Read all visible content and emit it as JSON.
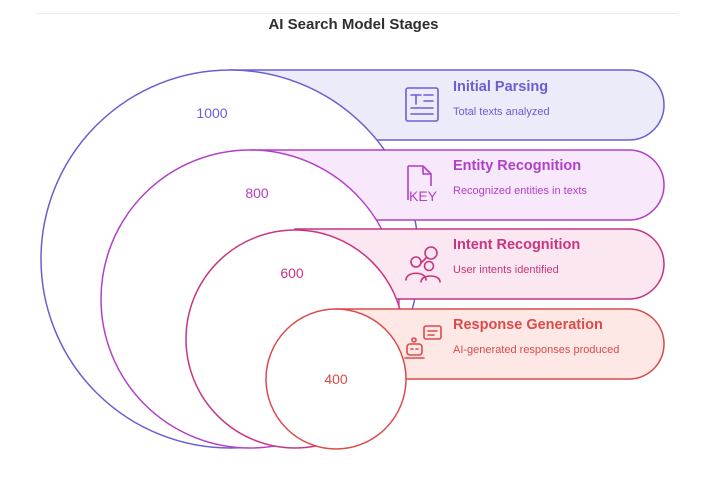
{
  "title": "AI Search Model Stages",
  "stages": [
    {
      "value": "1000",
      "name": "Initial Parsing",
      "description": "Total texts analyzed",
      "icon": "document-icon",
      "color": "#6a5fd2",
      "fill": "#ecebf9"
    },
    {
      "value": "800",
      "name": "Entity Recognition",
      "description": "Recognized entities in texts",
      "icon": "key-file-icon",
      "color": "#b23fc7",
      "fill": "#f8e8fb"
    },
    {
      "value": "600",
      "name": "Intent Recognition",
      "description": "User intents identified",
      "icon": "users-search-icon",
      "color": "#c8347f",
      "fill": "#fbe7f1"
    },
    {
      "value": "400",
      "name": "Response Generation",
      "description": "AI-generated responses produced",
      "icon": "robot-chat-icon",
      "color": "#dc4a4a",
      "fill": "#fde8e6"
    }
  ]
}
